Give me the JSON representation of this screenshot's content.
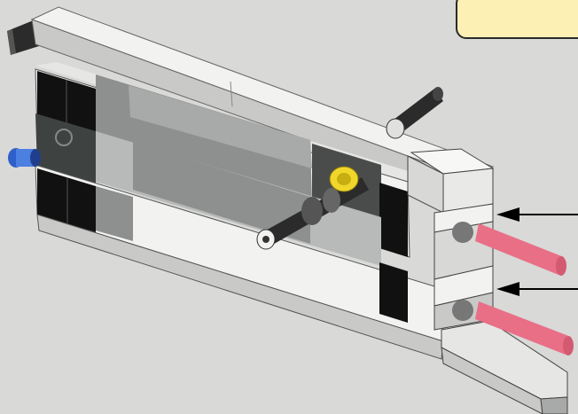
{
  "illustration": {
    "subject": "lego-technic-beam-assembly",
    "callout": {
      "text": "",
      "color": "#fdf0b4"
    },
    "arrows": [
      {
        "id": "arrow-upper",
        "target": "upper-pin-hole"
      },
      {
        "id": "arrow-lower",
        "target": "lower-pin-hole"
      }
    ],
    "colors": {
      "background": "#d9d9d7",
      "brick_light": "#f2f2f0",
      "brick_mid": "#c9c9c7",
      "brick_dark": "#8e908f",
      "brick_black": "#111111",
      "axle": "#2b2b2b",
      "pin_blue": "#2f5fc8",
      "pin_red": "#e86f86",
      "bush_yellow": "#f1d72a"
    }
  }
}
